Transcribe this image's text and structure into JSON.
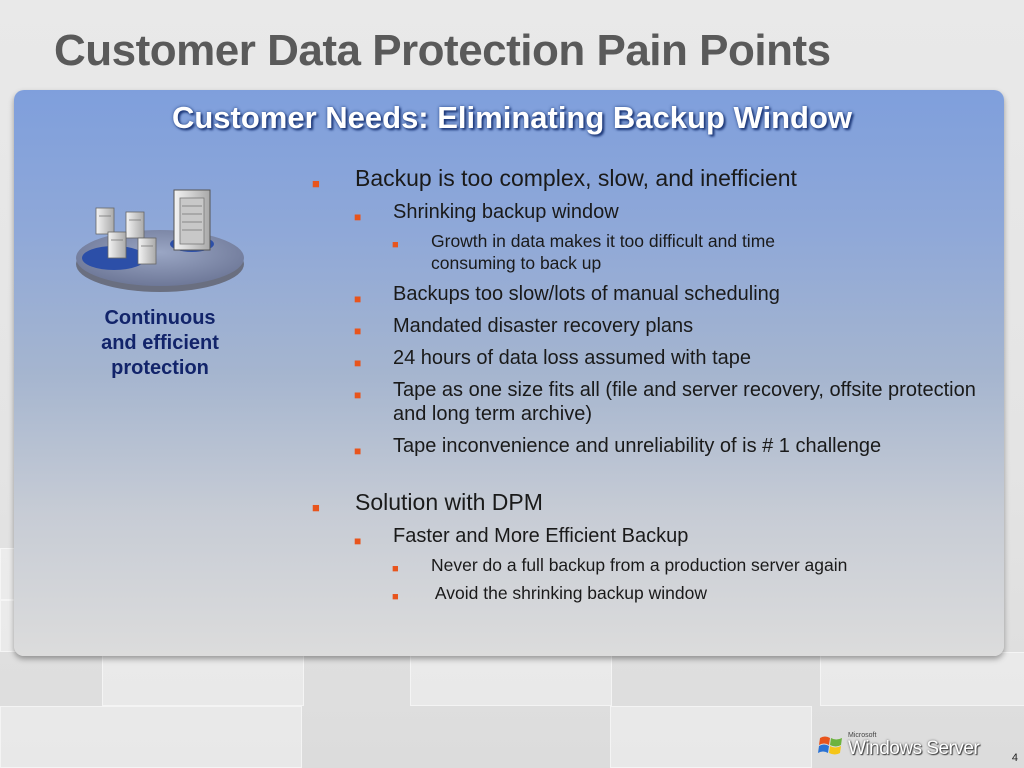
{
  "slide": {
    "title": "Customer Data Protection Pain Points",
    "subtitle": "Customer Needs:  Eliminating Backup Window",
    "caption": [
      "Continuous",
      "and efficient",
      "protection"
    ],
    "page_number": "4"
  },
  "bullets": [
    {
      "level": 1,
      "text": "Backup is too complex, slow, and inefficient"
    },
    {
      "level": 2,
      "text": "Shrinking backup window"
    },
    {
      "level": 3,
      "text": "Growth in data makes it too difficult and time consuming to back up"
    },
    {
      "level": 2,
      "text": "Backups too slow/lots of manual scheduling"
    },
    {
      "level": 2,
      "text": "Mandated disaster recovery plans"
    },
    {
      "level": 2,
      "text": "24 hours of data loss assumed with tape"
    },
    {
      "level": 2,
      "text": "Tape as one size fits all (file and server recovery, offsite protection and long term archive)"
    },
    {
      "level": 2,
      "text": "Tape inconvenience and unreliability of is # 1 challenge"
    },
    {
      "level": 1,
      "text": "Solution with DPM"
    },
    {
      "level": 2,
      "text": "Faster and More Efficient Backup"
    },
    {
      "level": 3,
      "text": "Never do a full backup from a production server again"
    },
    {
      "level": 3,
      "text": " Avoid the shrinking backup window"
    }
  ],
  "bullet_glyph": "■",
  "logo": {
    "brand": "Microsoft",
    "product": "Windows Server"
  },
  "colors": {
    "bullet": "#e8541c",
    "caption": "#12246a",
    "title": "#5a5a5a"
  }
}
